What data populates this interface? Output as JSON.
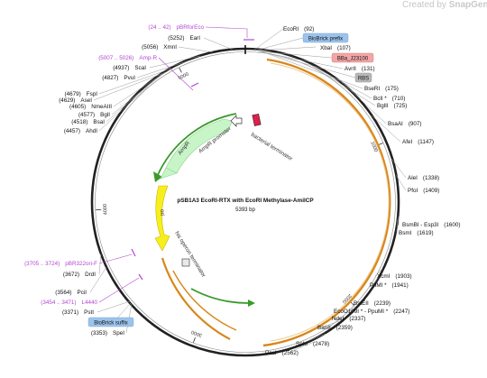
{
  "header": {
    "app_name": "SnapGene",
    "watermark_prefix": "Created by "
  },
  "map": {
    "title": "pSB1A3 EcoRI-RTX with EcoRI Methylase-AmilCP",
    "length_label": "5393 bp",
    "ticks": [
      {
        "label": "1000"
      },
      {
        "label": "2000"
      },
      {
        "label": "3000"
      },
      {
        "label": "4000"
      },
      {
        "label": "5000"
      }
    ]
  },
  "sites": {
    "right": [
      {
        "name": "EcoRI",
        "pos": "(92)"
      },
      {
        "name": "XbaI",
        "pos": "(107)"
      },
      {
        "name": "AvrII",
        "pos": "(131)"
      },
      {
        "name": "BseRI",
        "pos": "(175)"
      },
      {
        "name": "BclI *",
        "pos": "(710)"
      },
      {
        "name": "BglII",
        "pos": "(725)"
      },
      {
        "name": "BsaAI",
        "pos": "(907)"
      },
      {
        "name": "AfeI",
        "pos": "(1147)"
      },
      {
        "name": "AleI",
        "pos": "(1338)"
      },
      {
        "name": "PfoI",
        "pos": "(1409)"
      },
      {
        "name": "BsmBI - Esp3I",
        "pos": "(1600)"
      },
      {
        "name": "BsmI",
        "pos": "(1619)"
      },
      {
        "name": "XcmI",
        "pos": "(1903)"
      },
      {
        "name": "PflMI *",
        "pos": "(1941)"
      },
      {
        "name": "BstEII",
        "pos": "(2239)"
      },
      {
        "name": "EcoO109I * - PpuMI *",
        "pos": "(2247)"
      },
      {
        "name": "NdeI",
        "pos": "(2337)"
      },
      {
        "name": "BanII",
        "pos": "(2359)"
      },
      {
        "name": "SphI",
        "pos": "(2478)"
      },
      {
        "name": "PasI",
        "pos": "(2562)"
      }
    ],
    "left": [
      {
        "pos": "(5252)",
        "name": "EarI"
      },
      {
        "pos": "(5056)",
        "name": "XmnI"
      },
      {
        "pos": "(4937)",
        "name": "ScaI"
      },
      {
        "pos": "(4827)",
        "name": "PvuI"
      },
      {
        "pos": "(4679)",
        "name": "FspI"
      },
      {
        "pos": "(4629)",
        "name": "AseI"
      },
      {
        "pos": "(4605)",
        "name": "NmeAIII"
      },
      {
        "pos": "(4577)",
        "name": "BglI"
      },
      {
        "pos": "(4518)",
        "name": "BsaI"
      },
      {
        "pos": "(4457)",
        "name": "AhdI"
      },
      {
        "pos": "(3672)",
        "name": "DrdI"
      },
      {
        "pos": "(3564)",
        "name": "PciI"
      },
      {
        "pos": "(3371)",
        "name": "PstI"
      },
      {
        "pos": "(3353)",
        "name": "SpeI"
      }
    ]
  },
  "primers": [
    {
      "range": "(24 .. 42)",
      "name": "pBRforEco"
    },
    {
      "range": "(5007 .. 5026)",
      "name": "Amp-R"
    },
    {
      "range": "(3705 .. 3724)",
      "name": "pBR322ori-F"
    },
    {
      "range": "(3454 .. 3471)",
      "name": "L4440"
    }
  ],
  "boxes": [
    {
      "label": "BioBrick prefix",
      "color": "#9cc3ec"
    },
    {
      "label": "BBa_J23100",
      "color": "#f2a6a6"
    },
    {
      "label": "RBS",
      "color": "#b8b8b8"
    },
    {
      "label": "BioBrick suffix",
      "color": "#9cc3ec"
    }
  ],
  "features": {
    "ampr": "AmpR",
    "ampr_promoter": "AmpR promoter",
    "ori": "ori",
    "bacterial_terminator": "bacterial terminator",
    "his_operon_terminator": "his operon terminator"
  },
  "colors": {
    "backbone": "#222222",
    "cds": "#d8871c",
    "ampr_fill": "#c8f5c8",
    "ori_fill": "#f7ee1e",
    "primer": "#b347d0",
    "green_arrow": "#3a9a2c"
  }
}
